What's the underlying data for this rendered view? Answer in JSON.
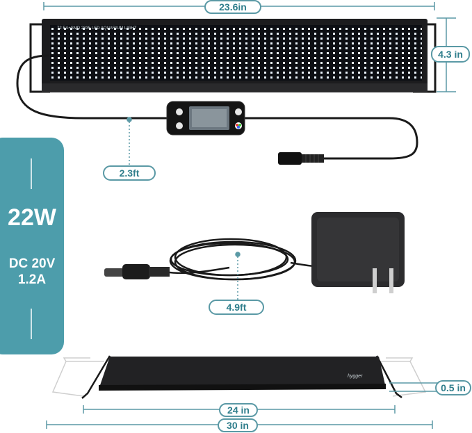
{
  "specs": {
    "power": "22W",
    "voltage": "DC 20V",
    "current": "1.2A"
  },
  "dimensions": {
    "top_width": "23.6in",
    "top_height": "4.3 in",
    "controller_cable": "2.3ft",
    "adapter_cable": "4.9ft",
    "side_thickness": "0.5 in",
    "side_length": "24 in",
    "side_extended": "30 in"
  },
  "product": {
    "brand": "hygger",
    "label_text": "72 EA+SMD 2835 LED AQUARIUM LIGHT"
  },
  "colors": {
    "accent": "#4d9dab",
    "dim_line": "#5a99a5",
    "fixture": "#1c1c1e"
  }
}
